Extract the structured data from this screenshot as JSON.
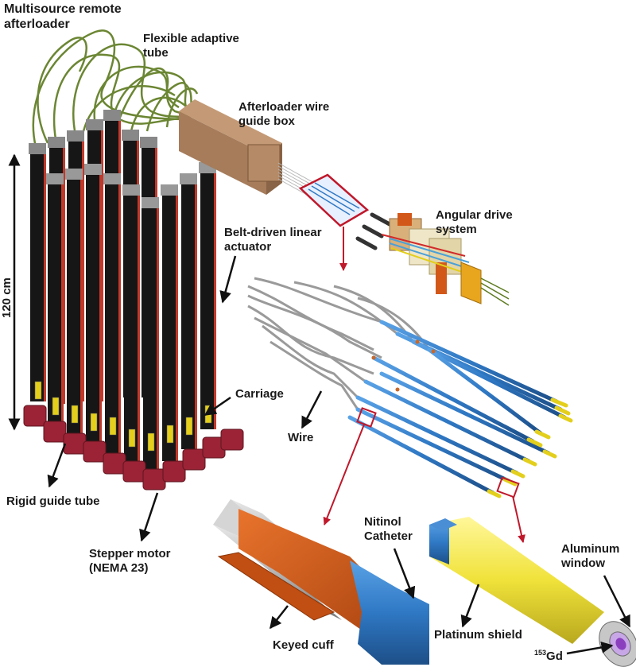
{
  "labels": {
    "multisource_line1": "Multisource remote",
    "multisource_line2": "afterloader",
    "flexible_line1": "Flexible adaptive",
    "flexible_line2": "tube",
    "guide_box_line1": "Afterloader wire",
    "guide_box_line2": "guide box",
    "angular_line1": "Angular drive",
    "angular_line2": "system",
    "belt_line1": "Belt-driven linear",
    "belt_line2": "actuator",
    "height": "120 cm",
    "carriage": "Carriage",
    "wire": "Wire",
    "rigid_guide": "Rigid guide tube",
    "stepper_line1": "Stepper motor",
    "stepper_line2": "(NEMA 23)",
    "nitinol_line1": "Nitinol",
    "nitinol_line2": "Catheter",
    "keyed_cuff": "Keyed cuff",
    "aluminum_line1": "Aluminum",
    "aluminum_line2": "window",
    "platinum": "Platinum shield",
    "gd_sup": "153",
    "gd_text": "Gd"
  },
  "colors": {
    "callout": "#c0182b",
    "actuator_body": "#161616",
    "actuator_stripe": "#c0392b",
    "motor": "#9b2335",
    "tube_green": "#5c7a1e",
    "box_brown": "#a67c5b",
    "catheter_blue": "#2f78c4",
    "shield_yellow": "#f0e23a",
    "cuff_orange": "#d2581a",
    "wire_grey": "#b8b8b8"
  }
}
